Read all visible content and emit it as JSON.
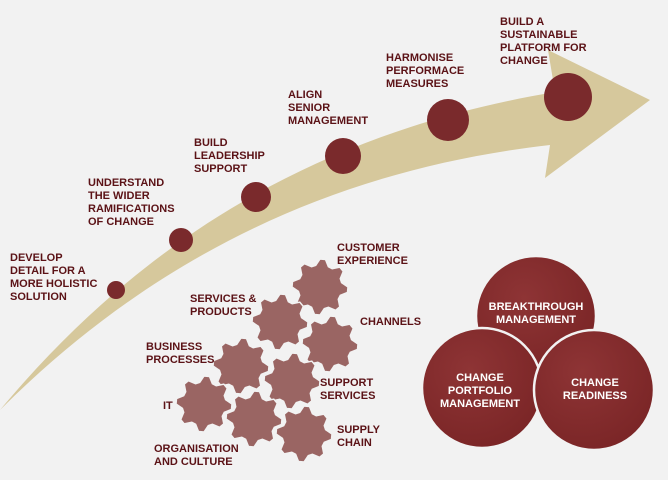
{
  "colors": {
    "background": "#f2f2f2",
    "arrow": "#d6c89c",
    "step_dot": "#7a2a2c",
    "gear": "#9a6563",
    "circle": "#7a2526",
    "label_text": "#5b1216",
    "circle_text": "#ffffff"
  },
  "steps": [
    {
      "label": "DEVELOP\nDETAIL FOR A\nMORE HOLISTIC\nSOLUTION"
    },
    {
      "label": "UNDERSTAND\nTHE WIDER\nRAMIFICATIONS\nOF CHANGE"
    },
    {
      "label": "BUILD\nLEADERSHIP\nSUPPORT"
    },
    {
      "label": "ALIGN\nSENIOR\nMANAGEMENT"
    },
    {
      "label": "HARMONISE\nPERFORMACE\nMEASURES"
    },
    {
      "label": "BUILD A\nSUSTAINABLE\nPLATFORM FOR\nCHANGE"
    }
  ],
  "gears": [
    {
      "label": "CUSTOMER\nEXPERIENCE"
    },
    {
      "label": "SERVICES &\nPRODUCTS"
    },
    {
      "label": "CHANNELS"
    },
    {
      "label": "BUSINESS\nPROCESSES"
    },
    {
      "label": "SUPPORT\nSERVICES"
    },
    {
      "label": "IT"
    },
    {
      "label": "SUPPLY\nCHAIN"
    },
    {
      "label": "ORGANISATION\nAND CULTURE"
    }
  ],
  "circles": [
    {
      "label": "BREAKTHROUGH\nMANAGEMENT"
    },
    {
      "label": "CHANGE\nPORTFOLIO\nMANAGEMENT"
    },
    {
      "label": "CHANGE\nREADINESS"
    }
  ]
}
